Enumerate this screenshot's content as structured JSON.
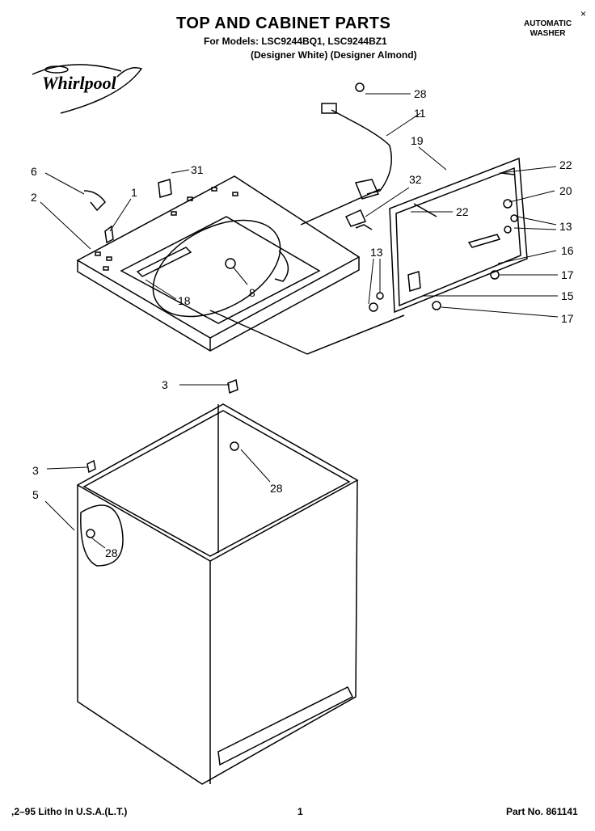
{
  "header": {
    "title": "TOP AND CABINET PARTS",
    "models_line": "For Models: LSC9244BQ1, LSC9244BZ1",
    "variants_line": "(Designer White) (Designer Almond)",
    "product_type_line1": "AUTOMATIC",
    "product_type_line2": "WASHER",
    "marker": "×"
  },
  "logo": {
    "brand": "Whirlpool",
    "icon": "whirlpool-swoosh-logo"
  },
  "callouts": {
    "c28a": "28",
    "c11": "11",
    "c19": "19",
    "c22a": "22",
    "c20": "20",
    "c22b": "22",
    "c32": "32",
    "c13a": "13",
    "c16": "16",
    "c17a": "17",
    "c13b": "13",
    "c15": "15",
    "c17b": "17",
    "c6": "6",
    "c31": "31",
    "c1": "1",
    "c2": "2",
    "c8": "8",
    "c18": "18",
    "c3a": "3",
    "c28b": "28",
    "c3b": "3",
    "c5": "5",
    "c28c": "28"
  },
  "footer": {
    "litho": ",2–95 Litho In U.S.A.(L.T.)",
    "page": "1",
    "part_no": "Part No. 861141"
  }
}
